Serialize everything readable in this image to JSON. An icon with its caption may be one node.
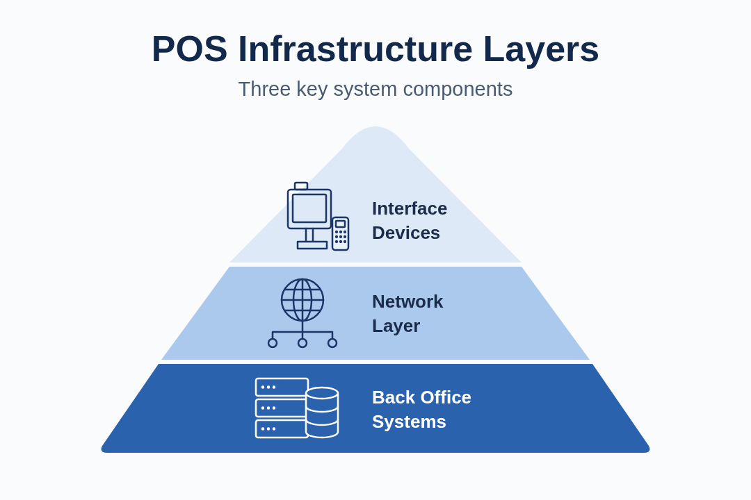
{
  "diagram": {
    "title": "POS Infrastructure Layers",
    "nodes": [
      {
        "text": [
          "Interface Devices"
        ]
      },
      {
        "text": [
          "Network Layer"
        ]
      },
      {
        "text": [
          "Back Office Systems"
        ]
      }
    ],
    "labels": [
      "Three key system components"
    ]
  }
}
